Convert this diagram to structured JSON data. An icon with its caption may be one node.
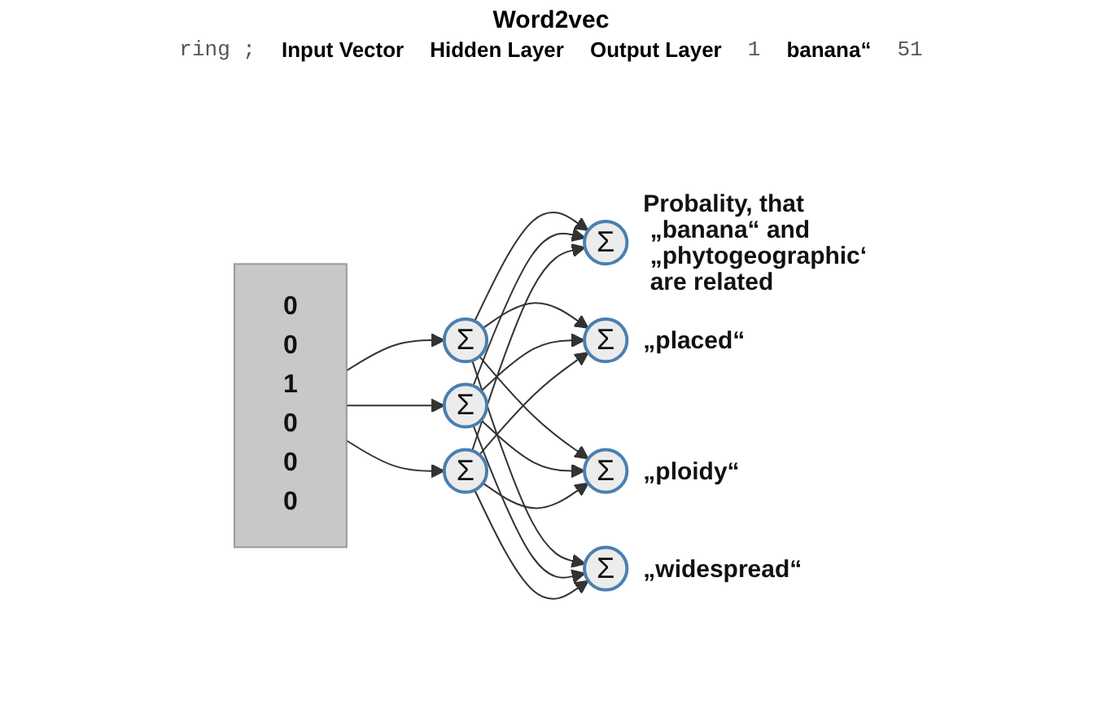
{
  "diagram": {
    "title": "Word2vec",
    "nodes": [
      {
        "text": [
          "0",
          "0",
          "1",
          "0",
          "0",
          "0"
        ]
      },
      {
        "text": [
          "Σ"
        ]
      },
      {
        "text": [
          "Σ"
        ]
      },
      {
        "text": [
          "Σ"
        ]
      },
      {
        "text": [
          "Σ"
        ],
        "beside": [
          "Probality, that „banana“ and „phytogeographic‘ are related"
        ]
      },
      {
        "text": [
          "Σ"
        ],
        "beside": [
          "„placed“"
        ]
      },
      {
        "text": [
          "Σ"
        ],
        "beside": [
          "„ploidy“"
        ]
      },
      {
        "text": [
          "Σ"
        ],
        "beside": [
          "„widespread“"
        ]
      }
    ],
    "edges": [
      {
        "from": 0,
        "to": 1,
        "arrow": "to"
      },
      {
        "from": 0,
        "to": 2,
        "arrow": "to"
      },
      {
        "from": 0,
        "to": 3,
        "arrow": "to"
      },
      {
        "from": 1,
        "to": 4,
        "arrow": "to"
      },
      {
        "from": 1,
        "to": 5,
        "arrow": "to"
      },
      {
        "from": 1,
        "to": 6,
        "arrow": "to"
      },
      {
        "from": 1,
        "to": 7,
        "arrow": "to"
      },
      {
        "from": 2,
        "to": 4,
        "arrow": "to"
      },
      {
        "from": 2,
        "to": 5,
        "arrow": "to"
      },
      {
        "from": 2,
        "to": 6,
        "arrow": "to"
      },
      {
        "from": 2,
        "to": 7,
        "arrow": "to"
      },
      {
        "from": 3,
        "to": 4,
        "arrow": "to"
      },
      {
        "from": 3,
        "to": 5,
        "arrow": "to"
      },
      {
        "from": 3,
        "to": 6,
        "arrow": "to"
      },
      {
        "from": 3,
        "to": 7,
        "arrow": "to"
      }
    ],
    "labels": [
      "ring ;",
      "Input Vector",
      "Hidden Layer",
      "Output Layer",
      "1",
      "banana“",
      "51"
    ]
  }
}
